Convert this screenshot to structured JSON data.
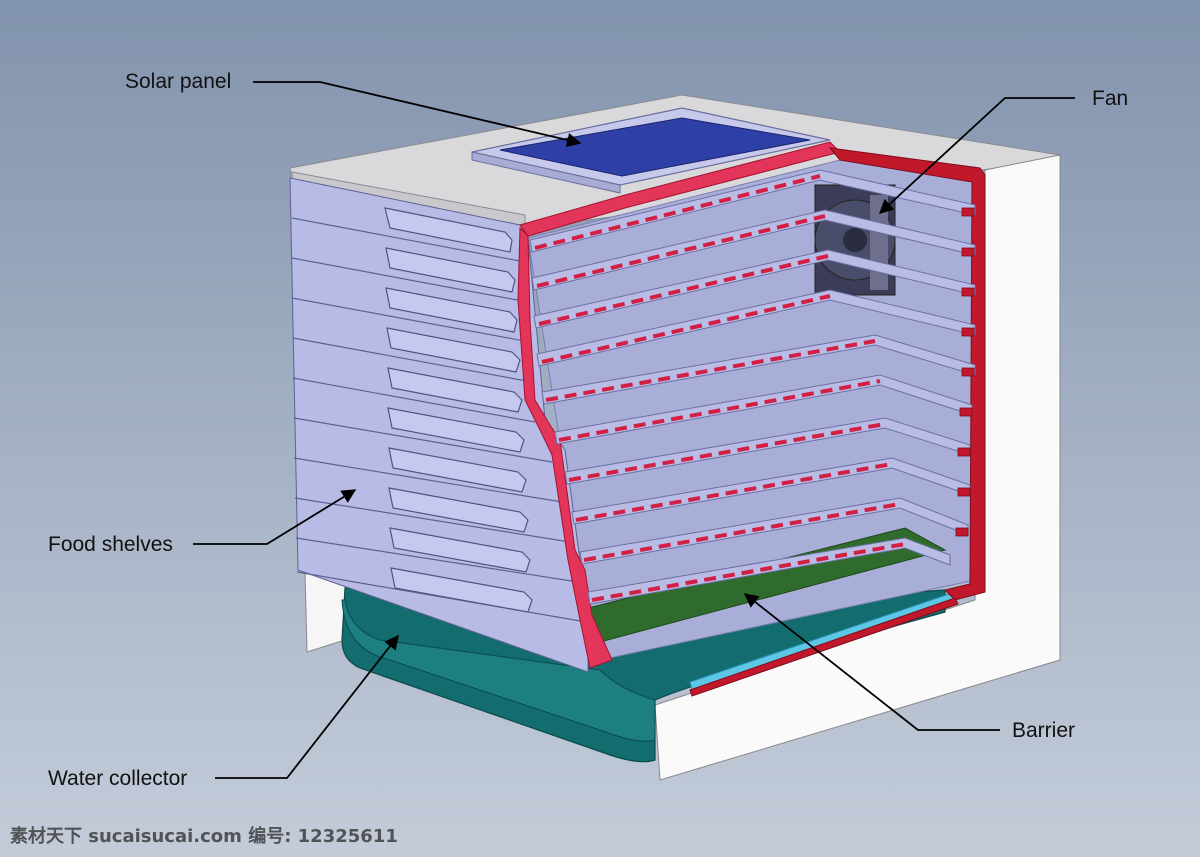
{
  "labels": {
    "solar_panel": "Solar panel",
    "fan": "Fan",
    "food_shelves": "Food shelves",
    "barrier": "Barrier",
    "water_collector": "Water collector"
  },
  "watermark": "素材天下 sucaisucai.com 编号: 12325611",
  "colors": {
    "background_top": "#8293ad",
    "background_bottom": "#c4ccd9",
    "housing": "#f5f5f5",
    "shelf": "#b9bde6",
    "section_cut": "#e3345a",
    "section_cut_dark": "#c2182c",
    "solar_panel": "#2e3fa5",
    "barrier": "#2f6b2c",
    "water_collector": "#136c6e",
    "water_edge": "#5fc7e6"
  }
}
